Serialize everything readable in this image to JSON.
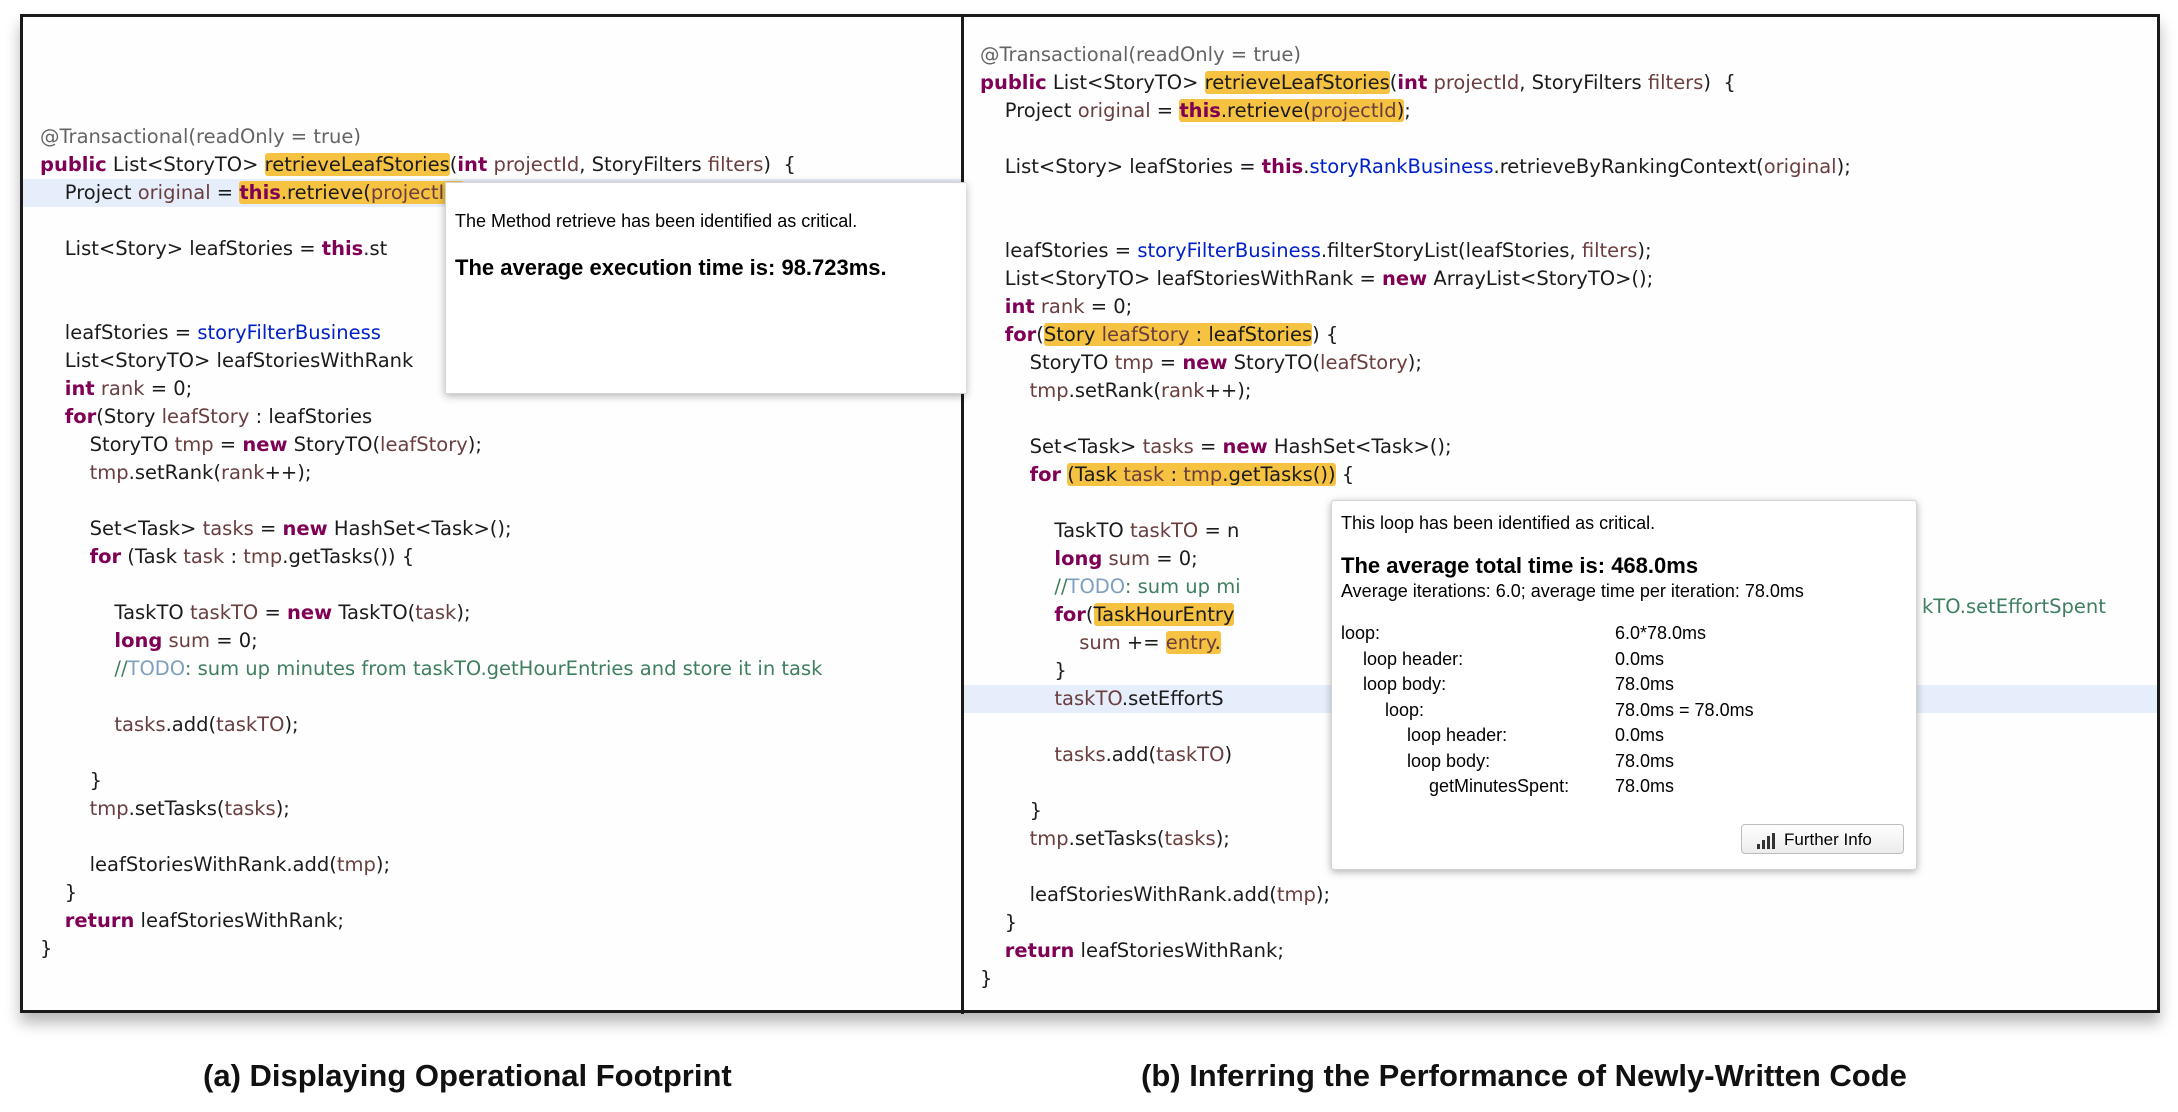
{
  "panel_a": {
    "code_lines": [
      [
        "@Transactional(readOnly = true)"
      ],
      [
        "public List<StoryTO> retrieveLeafStories(int projectId, StoryFilters filters)  {"
      ],
      [
        "    Project original = this.retrieve(projectId);"
      ],
      [
        ""
      ],
      [
        "    List<Story> leafStories = this.st"
      ],
      [
        ""
      ],
      [
        ""
      ],
      [
        "    leafStories = storyFilterBusiness"
      ],
      [
        "    List<StoryTO> leafStoriesWithRank"
      ],
      [
        "    int rank = 0;"
      ],
      [
        "    for(Story leafStory : leafStories"
      ],
      [
        "        StoryTO tmp = new StoryTO(leafStory);"
      ],
      [
        "        tmp.setRank(rank++);"
      ],
      [
        ""
      ],
      [
        "        Set<Task> tasks = new HashSet<Task>();"
      ],
      [
        "        for (Task task : tmp.getTasks()) {"
      ],
      [
        ""
      ],
      [
        "            TaskTO taskTO = new TaskTO(task);"
      ],
      [
        "            long sum = 0;"
      ],
      [
        "            //TODO: sum up minutes from taskTO.getHourEntries and store it in task"
      ],
      [
        ""
      ],
      [
        "            tasks.add(taskTO);"
      ],
      [
        ""
      ],
      [
        "        }"
      ],
      [
        "        tmp.setTasks(tasks);"
      ],
      [
        ""
      ],
      [
        "        leafStoriesWithRank.add(tmp);"
      ],
      [
        "    }"
      ],
      [
        "    return leafStoriesWithRank;"
      ],
      [
        "}"
      ]
    ],
    "popup": {
      "message": "The Method retrieve has been identified as critical.",
      "detail": "The average execution time is: 98.723ms."
    }
  },
  "panel_b": {
    "code_lines": [
      [
        "@Transactional(readOnly = true)"
      ],
      [
        "public List<StoryTO> retrieveLeafStories(int projectId, StoryFilters filters)  {"
      ],
      [
        "    Project original = this.retrieve(projectId);"
      ],
      [
        ""
      ],
      [
        "    List<Story> leafStories = this.storyRankBusiness.retrieveByRankingContext(original);"
      ],
      [
        ""
      ],
      [
        ""
      ],
      [
        "    leafStories = storyFilterBusiness.filterStoryList(leafStories, filters);"
      ],
      [
        "    List<StoryTO> leafStoriesWithRank = new ArrayList<StoryTO>();"
      ],
      [
        "    int rank = 0;"
      ],
      [
        "    for(Story leafStory : leafStories) {"
      ],
      [
        "        StoryTO tmp = new StoryTO(leafStory);"
      ],
      [
        "        tmp.setRank(rank++);"
      ],
      [
        ""
      ],
      [
        "        Set<Task> tasks = new HashSet<Task>();"
      ],
      [
        "        for (Task task : tmp.getTasks()) {"
      ],
      [
        ""
      ],
      [
        "            TaskTO taskTO = n"
      ],
      [
        "            long sum = 0;"
      ],
      [
        "            //TODO: sum up mi"
      ],
      [
        "            for(TaskHourEntry"
      ],
      [
        "                sum += entry."
      ],
      [
        "            }"
      ],
      [
        "            taskTO.setEffortS"
      ],
      [
        ""
      ],
      [
        "            tasks.add(taskTO)"
      ],
      [
        ""
      ],
      [
        "        }"
      ],
      [
        "        tmp.setTasks(tasks);"
      ],
      [
        ""
      ],
      [
        "        leafStoriesWithRank.add(tmp);"
      ],
      [
        "    }"
      ],
      [
        "    return leafStoriesWithRank;"
      ],
      [
        "}"
      ]
    ],
    "overflow_text": "kTO.setEffortSpent",
    "popup": {
      "message": "This loop has been identified as critical.",
      "total": "The average total time is: 468.0ms",
      "iterations": "Average iterations: 6.0; average time per iteration: 78.0ms",
      "rows": [
        {
          "label": "loop:",
          "value": "6.0*78.0ms",
          "indent": 0
        },
        {
          "label": "loop header:",
          "value": "0.0ms",
          "indent": 1
        },
        {
          "label": "loop body:",
          "value": "78.0ms",
          "indent": 1
        },
        {
          "label": "loop:",
          "value": "78.0ms = 78.0ms",
          "indent": 2
        },
        {
          "label": "loop header:",
          "value": "0.0ms",
          "indent": 3
        },
        {
          "label": "loop body:",
          "value": "78.0ms",
          "indent": 3
        },
        {
          "label": "getMinutesSpent:",
          "value": "78.0ms",
          "indent": 4
        }
      ],
      "button_label": "Further Info",
      "button_icon": "bar-chart-icon"
    }
  },
  "captions": {
    "a": "(a) Displaying Operational Footprint",
    "b": "(b) Inferring the Performance of Newly-Written Code"
  },
  "colors": {
    "keyword": "#7f0055",
    "field": "#0020c8",
    "comment": "#3f7f5f",
    "highlight": "#f5c242",
    "current_line": "#e7eefb"
  }
}
